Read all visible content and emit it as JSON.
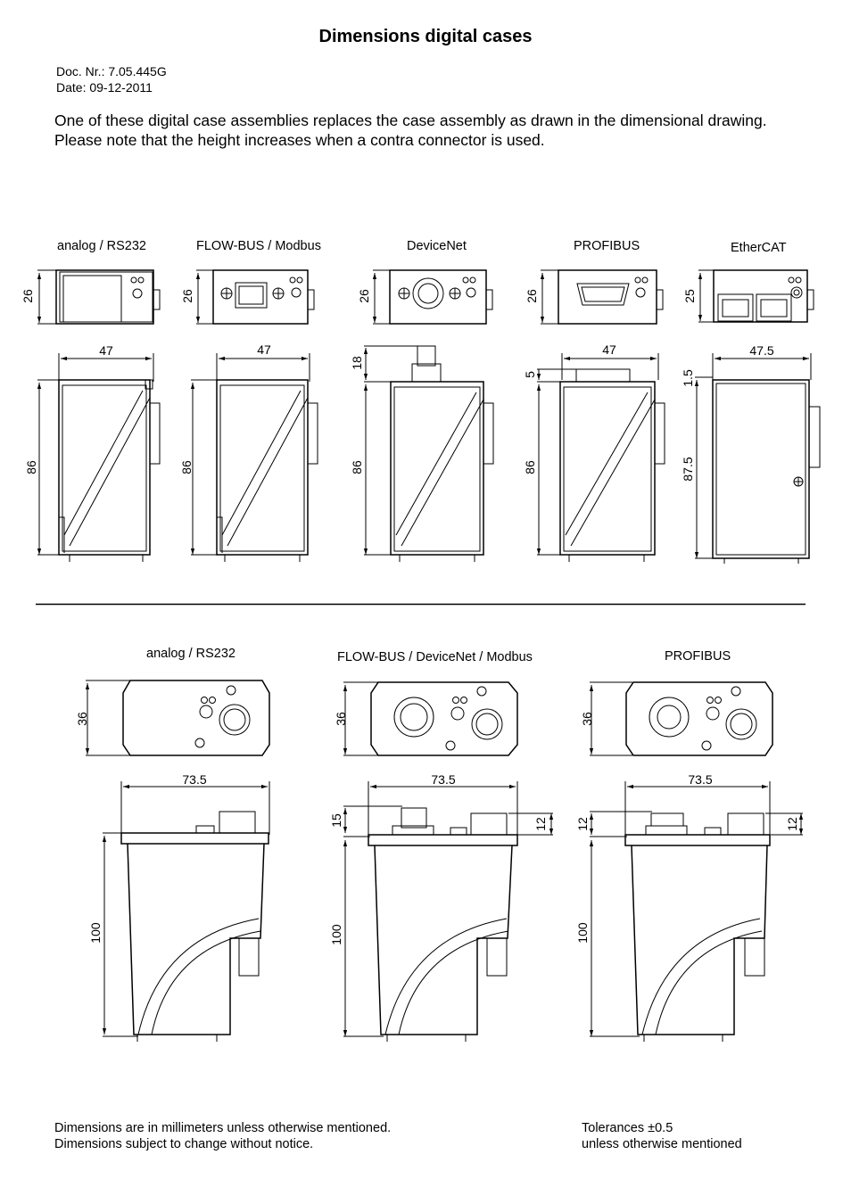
{
  "header": {
    "title": "Dimensions digital cases",
    "doc_nr": "Doc. Nr.: 7.05.445G",
    "date": "Date: 09-12-2011"
  },
  "intro": {
    "line1": "One of these digital case assemblies replaces the case assembly as drawn in the dimensional drawing.",
    "line2": "Please note that the height increases when a contra connector is used."
  },
  "top_row": {
    "labels": [
      "analog / RS232",
      "FLOW-BUS / Modbus",
      "DeviceNet",
      "PROFIBUS",
      "EtherCAT"
    ],
    "top_view_heights": [
      "26",
      "26",
      "26",
      "26",
      "25"
    ],
    "widths": [
      "47",
      "47",
      "",
      "47",
      "47.5"
    ],
    "connector_heights": [
      "",
      "",
      "18",
      "5",
      "1.5"
    ],
    "body_heights": [
      "86",
      "86",
      "86",
      "86",
      "87.5"
    ]
  },
  "bottom_row": {
    "labels": [
      "analog / RS232",
      "FLOW-BUS / DeviceNet / Modbus",
      "PROFIBUS"
    ],
    "top_view_heights": [
      "36",
      "36",
      "36"
    ],
    "widths": [
      "73.5",
      "73.5",
      "73.5"
    ],
    "body_heights": [
      "100",
      "100",
      "100"
    ],
    "left_connector_heights": [
      "",
      "15",
      "12"
    ],
    "right_connector_heights": [
      "",
      "12",
      "12"
    ]
  },
  "footer": {
    "note1": "Dimensions are in millimeters unless otherwise mentioned.",
    "note2": "Dimensions subject to change without notice.",
    "tol1": "Tolerances ±0.5",
    "tol2": "unless otherwise mentioned"
  }
}
